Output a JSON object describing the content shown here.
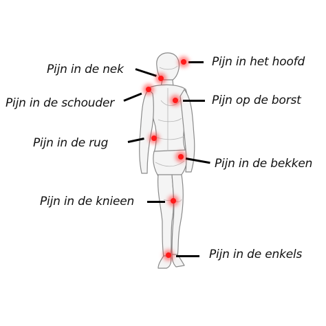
{
  "labels": {
    "head": "Pijn in het hoofd",
    "neck": "Pijn in de nek",
    "shoulder": "Pijn in de schouder",
    "chest": "Pijn op de borst",
    "back": "Pijn in de rug",
    "pelvis": "Pijn in de bekken",
    "knees": "Pijn in de knieen",
    "ankles": "Pijn in de enkels"
  },
  "colors": {
    "marker": "#ff1a1a",
    "connector": "#000000",
    "figure_outline": "#8a8a8a",
    "figure_fill": "#f4f4f4"
  }
}
